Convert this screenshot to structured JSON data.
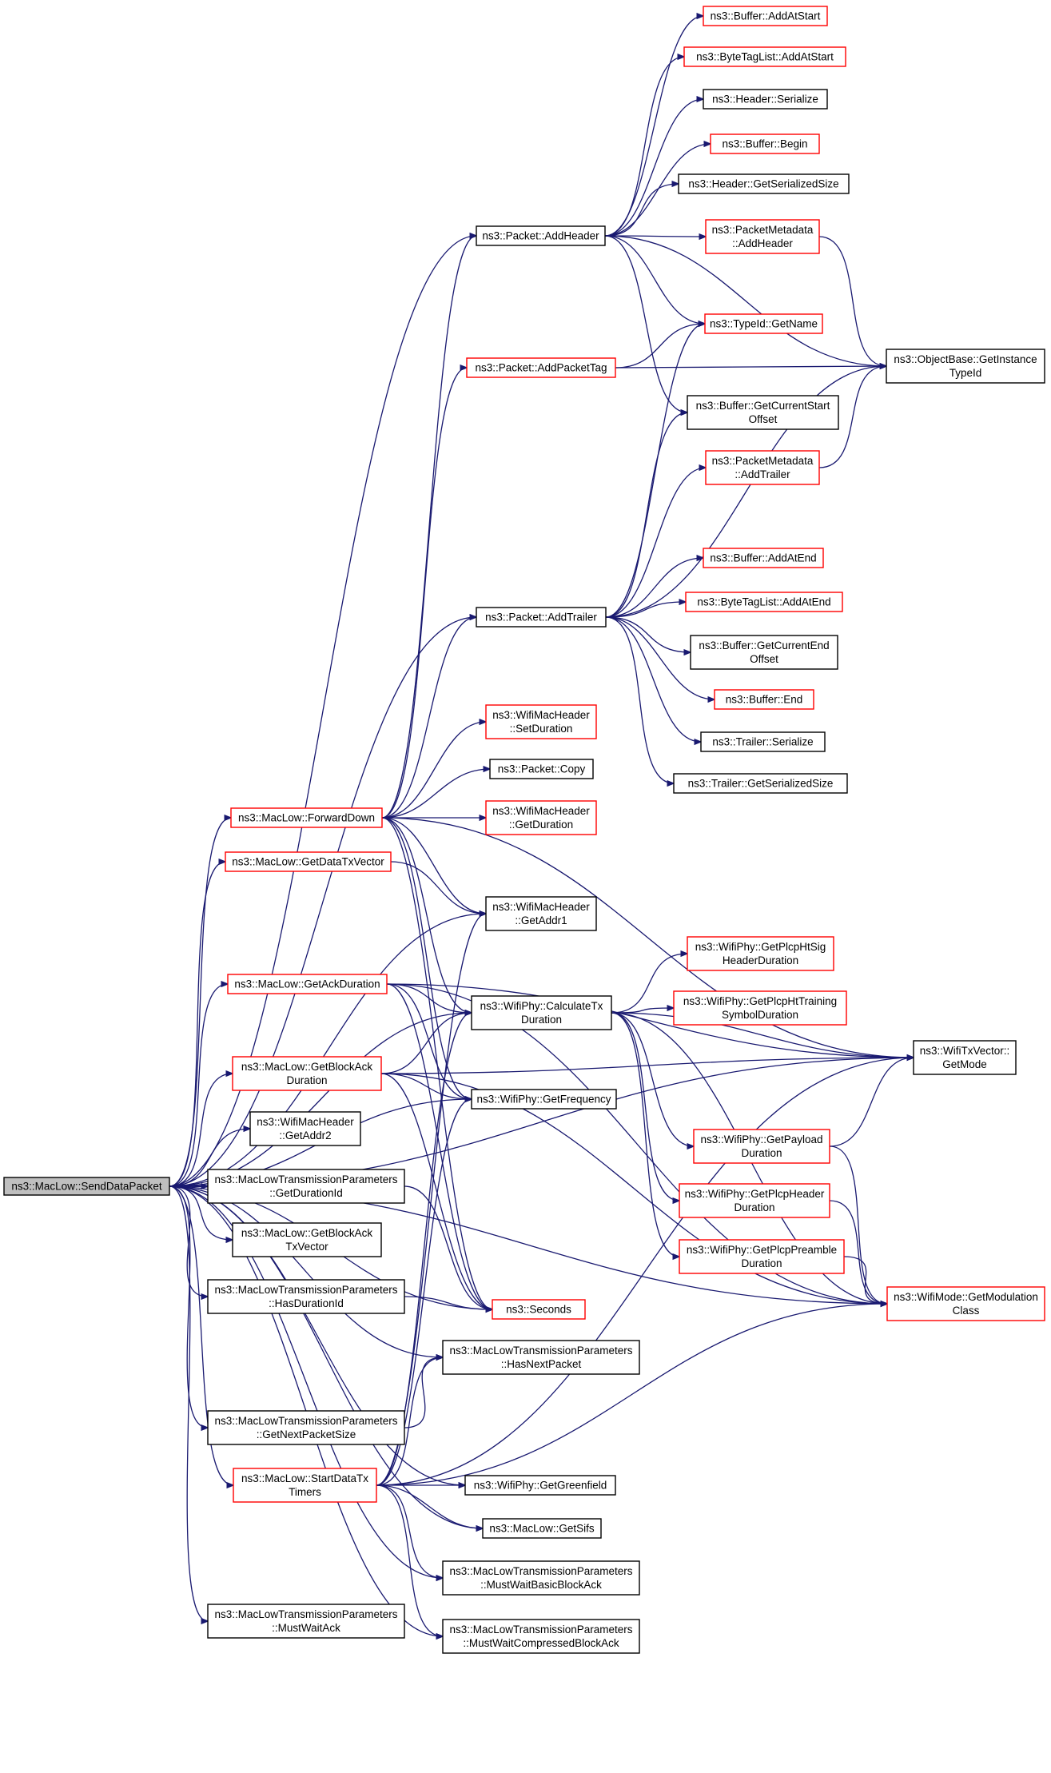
{
  "colors": {
    "edge": "#191970",
    "root_fill": "#bfbfbf",
    "node_fill": "#ffffff",
    "border_documented": "#000000",
    "border_undocumented": "#ff0000"
  },
  "nodes": [
    {
      "id": "root",
      "lines": [
        "ns3::MacLow::SendDataPacket"
      ],
      "style": "root"
    },
    {
      "id": "buf_addatstart",
      "lines": [
        "ns3::Buffer::AddAtStart"
      ],
      "style": "red"
    },
    {
      "id": "btl_addatstart",
      "lines": [
        "ns3::ByteTagList::AddAtStart"
      ],
      "style": "red"
    },
    {
      "id": "hdr_serialize",
      "lines": [
        "ns3::Header::Serialize"
      ],
      "style": "black"
    },
    {
      "id": "buf_begin",
      "lines": [
        "ns3::Buffer::Begin"
      ],
      "style": "red"
    },
    {
      "id": "hdr_getsize",
      "lines": [
        "ns3::Header::GetSerializedSize"
      ],
      "style": "black"
    },
    {
      "id": "pkt_addheader",
      "lines": [
        "ns3::Packet::AddHeader"
      ],
      "style": "black"
    },
    {
      "id": "pm_addheader",
      "lines": [
        "ns3::PacketMetadata",
        "::AddHeader"
      ],
      "style": "red"
    },
    {
      "id": "typeid_getname",
      "lines": [
        "ns3::TypeId::GetName"
      ],
      "style": "red"
    },
    {
      "id": "pkt_addpackettag",
      "lines": [
        "ns3::Packet::AddPacketTag"
      ],
      "style": "red"
    },
    {
      "id": "ob_getinstance",
      "lines": [
        "ns3::ObjectBase::GetInstance",
        "TypeId"
      ],
      "style": "black"
    },
    {
      "id": "buf_getcurstart",
      "lines": [
        "ns3::Buffer::GetCurrentStart",
        "Offset"
      ],
      "style": "black"
    },
    {
      "id": "pm_addtrailer",
      "lines": [
        "ns3::PacketMetadata",
        "::AddTrailer"
      ],
      "style": "red"
    },
    {
      "id": "buf_addatend",
      "lines": [
        "ns3::Buffer::AddAtEnd"
      ],
      "style": "red"
    },
    {
      "id": "pkt_addtrailer",
      "lines": [
        "ns3::Packet::AddTrailer"
      ],
      "style": "black"
    },
    {
      "id": "btl_addatend",
      "lines": [
        "ns3::ByteTagList::AddAtEnd"
      ],
      "style": "red"
    },
    {
      "id": "buf_getcurend",
      "lines": [
        "ns3::Buffer::GetCurrentEnd",
        "Offset"
      ],
      "style": "black"
    },
    {
      "id": "buf_end",
      "lines": [
        "ns3::Buffer::End"
      ],
      "style": "red"
    },
    {
      "id": "trl_serialize",
      "lines": [
        "ns3::Trailer::Serialize"
      ],
      "style": "black"
    },
    {
      "id": "trl_getsize",
      "lines": [
        "ns3::Trailer::GetSerializedSize"
      ],
      "style": "black"
    },
    {
      "id": "wmh_setduration",
      "lines": [
        "ns3::WifiMacHeader",
        "::SetDuration"
      ],
      "style": "red"
    },
    {
      "id": "pkt_copy",
      "lines": [
        "ns3::Packet::Copy"
      ],
      "style": "black"
    },
    {
      "id": "ml_forwarddown",
      "lines": [
        "ns3::MacLow::ForwardDown"
      ],
      "style": "red"
    },
    {
      "id": "wmh_getduration",
      "lines": [
        "ns3::WifiMacHeader",
        "::GetDuration"
      ],
      "style": "red"
    },
    {
      "id": "ml_getdatatxvector",
      "lines": [
        "ns3::MacLow::GetDataTxVector"
      ],
      "style": "red"
    },
    {
      "id": "wmh_getaddr1",
      "lines": [
        "ns3::WifiMacHeader",
        "::GetAddr1"
      ],
      "style": "black"
    },
    {
      "id": "wp_plcphtsig",
      "lines": [
        "ns3::WifiPhy::GetPlcpHtSig",
        "HeaderDuration"
      ],
      "style": "red"
    },
    {
      "id": "ml_getackduration",
      "lines": [
        "ns3::MacLow::GetAckDuration"
      ],
      "style": "red"
    },
    {
      "id": "wp_calctx",
      "lines": [
        "ns3::WifiPhy::CalculateTx",
        "Duration"
      ],
      "style": "black"
    },
    {
      "id": "wp_plcphttraining",
      "lines": [
        "ns3::WifiPhy::GetPlcpHtTraining",
        "SymbolDuration"
      ],
      "style": "red"
    },
    {
      "id": "wtv_getmode",
      "lines": [
        "ns3::WifiTxVector::",
        "GetMode"
      ],
      "style": "black"
    },
    {
      "id": "ml_getblockackduration",
      "lines": [
        "ns3::MacLow::GetBlockAck",
        "Duration"
      ],
      "style": "red"
    },
    {
      "id": "wp_getfrequency",
      "lines": [
        "ns3::WifiPhy::GetFrequency"
      ],
      "style": "black"
    },
    {
      "id": "wmh_getaddr2",
      "lines": [
        "ns3::WifiMacHeader",
        "::GetAddr2"
      ],
      "style": "black"
    },
    {
      "id": "wp_getpayload",
      "lines": [
        "ns3::WifiPhy::GetPayload",
        "Duration"
      ],
      "style": "red"
    },
    {
      "id": "mltp_getdurationid",
      "lines": [
        "ns3::MacLowTransmissionParameters",
        "::GetDurationId"
      ],
      "style": "black"
    },
    {
      "id": "wp_plcpheader",
      "lines": [
        "ns3::WifiPhy::GetPlcpHeader",
        "Duration"
      ],
      "style": "red"
    },
    {
      "id": "ml_getblockacktxvector",
      "lines": [
        "ns3::MacLow::GetBlockAck",
        "TxVector"
      ],
      "style": "black"
    },
    {
      "id": "wp_plcppreamble",
      "lines": [
        "ns3::WifiPhy::GetPlcpPreamble",
        "Duration"
      ],
      "style": "red"
    },
    {
      "id": "mltp_hasdurationid",
      "lines": [
        "ns3::MacLowTransmissionParameters",
        "::HasDurationId"
      ],
      "style": "black"
    },
    {
      "id": "seconds",
      "lines": [
        "ns3::Seconds"
      ],
      "style": "red"
    },
    {
      "id": "wm_getmodclass",
      "lines": [
        "ns3::WifiMode::GetModulation",
        "Class"
      ],
      "style": "red"
    },
    {
      "id": "mltp_hasnextpacket",
      "lines": [
        "ns3::MacLowTransmissionParameters",
        "::HasNextPacket"
      ],
      "style": "black"
    },
    {
      "id": "mltp_getnextpacketsize",
      "lines": [
        "ns3::MacLowTransmissionParameters",
        "::GetNextPacketSize"
      ],
      "style": "black"
    },
    {
      "id": "ml_startdatatxtimers",
      "lines": [
        "ns3::MacLow::StartDataTx",
        "Timers"
      ],
      "style": "red"
    },
    {
      "id": "wp_getgreenfield",
      "lines": [
        "ns3::WifiPhy::GetGreenfield"
      ],
      "style": "black"
    },
    {
      "id": "ml_getsifs",
      "lines": [
        "ns3::MacLow::GetSifs"
      ],
      "style": "black"
    },
    {
      "id": "mltp_mustwaitbasic",
      "lines": [
        "ns3::MacLowTransmissionParameters",
        "::MustWaitBasicBlockAck"
      ],
      "style": "black"
    },
    {
      "id": "mltp_mustwaitack",
      "lines": [
        "ns3::MacLowTransmissionParameters",
        "::MustWaitAck"
      ],
      "style": "black"
    },
    {
      "id": "mltp_mustwaitcompressed",
      "lines": [
        "ns3::MacLowTransmissionParameters",
        "::MustWaitCompressedBlockAck"
      ],
      "style": "black"
    }
  ],
  "edges": [
    [
      "pkt_addheader",
      "buf_addatstart"
    ],
    [
      "pkt_addheader",
      "btl_addatstart"
    ],
    [
      "pkt_addheader",
      "hdr_serialize"
    ],
    [
      "pkt_addheader",
      "buf_begin"
    ],
    [
      "pkt_addheader",
      "hdr_getsize"
    ],
    [
      "pkt_addheader",
      "pm_addheader"
    ],
    [
      "pkt_addheader",
      "typeid_getname"
    ],
    [
      "pkt_addheader",
      "ob_getinstance"
    ],
    [
      "pkt_addheader",
      "buf_getcurstart"
    ],
    [
      "pm_addheader",
      "ob_getinstance"
    ],
    [
      "pkt_addpackettag",
      "typeid_getname"
    ],
    [
      "pkt_addpackettag",
      "ob_getinstance"
    ],
    [
      "pm_addtrailer",
      "ob_getinstance"
    ],
    [
      "pkt_addtrailer",
      "typeid_getname"
    ],
    [
      "pkt_addtrailer",
      "ob_getinstance"
    ],
    [
      "pkt_addtrailer",
      "buf_getcurstart"
    ],
    [
      "pkt_addtrailer",
      "pm_addtrailer"
    ],
    [
      "pkt_addtrailer",
      "buf_addatend"
    ],
    [
      "pkt_addtrailer",
      "btl_addatend"
    ],
    [
      "pkt_addtrailer",
      "buf_getcurend"
    ],
    [
      "pkt_addtrailer",
      "buf_end"
    ],
    [
      "pkt_addtrailer",
      "trl_serialize"
    ],
    [
      "pkt_addtrailer",
      "trl_getsize"
    ],
    [
      "ml_forwarddown",
      "pkt_addheader"
    ],
    [
      "ml_forwarddown",
      "pkt_addpackettag"
    ],
    [
      "ml_forwarddown",
      "pkt_addtrailer"
    ],
    [
      "ml_forwarddown",
      "wmh_setduration"
    ],
    [
      "ml_forwarddown",
      "pkt_copy"
    ],
    [
      "ml_forwarddown",
      "wmh_getduration"
    ],
    [
      "ml_forwarddown",
      "wmh_getaddr1"
    ],
    [
      "ml_forwarddown",
      "wtv_getmode"
    ],
    [
      "ml_forwarddown",
      "wp_calctx"
    ],
    [
      "ml_forwarddown",
      "wp_getfrequency"
    ],
    [
      "ml_forwarddown",
      "seconds"
    ],
    [
      "ml_getdatatxvector",
      "wmh_getaddr1"
    ],
    [
      "ml_getackduration",
      "wtv_getmode"
    ],
    [
      "ml_getackduration",
      "wp_calctx"
    ],
    [
      "ml_getackduration",
      "wp_getfrequency"
    ],
    [
      "ml_getackduration",
      "wm_getmodclass"
    ],
    [
      "ml_getackduration",
      "seconds"
    ],
    [
      "wp_calctx",
      "wp_plcphtsig"
    ],
    [
      "wp_calctx",
      "wp_plcphttraining"
    ],
    [
      "wp_calctx",
      "wtv_getmode"
    ],
    [
      "wp_calctx",
      "wp_getpayload"
    ],
    [
      "wp_calctx",
      "wp_plcpheader"
    ],
    [
      "wp_calctx",
      "wp_plcppreamble"
    ],
    [
      "wp_calctx",
      "wm_getmodclass"
    ],
    [
      "ml_getblockackduration",
      "wp_calctx"
    ],
    [
      "ml_getblockackduration",
      "wp_getfrequency"
    ],
    [
      "ml_getblockackduration",
      "wtv_getmode"
    ],
    [
      "ml_getblockackduration",
      "wm_getmodclass"
    ],
    [
      "ml_getblockackduration",
      "seconds"
    ],
    [
      "wp_getpayload",
      "wtv_getmode"
    ],
    [
      "wp_getpayload",
      "wm_getmodclass"
    ],
    [
      "wp_plcpheader",
      "wm_getmodclass"
    ],
    [
      "wp_plcppreamble",
      "wm_getmodclass"
    ],
    [
      "mltp_getdurationid",
      "seconds"
    ],
    [
      "mltp_hasdurationid",
      "seconds"
    ],
    [
      "mltp_getnextpacketsize",
      "mltp_hasnextpacket"
    ],
    [
      "ml_startdatatxtimers",
      "wp_getgreenfield"
    ],
    [
      "ml_startdatatxtimers",
      "ml_getsifs"
    ],
    [
      "ml_startdatatxtimers",
      "mltp_mustwaitbasic"
    ],
    [
      "ml_startdatatxtimers",
      "mltp_mustwaitcompressed"
    ],
    [
      "ml_startdatatxtimers",
      "wp_getfrequency"
    ],
    [
      "ml_startdatatxtimers",
      "wmh_getaddr1"
    ],
    [
      "ml_startdatatxtimers",
      "wp_calctx"
    ],
    [
      "ml_startdatatxtimers",
      "wtv_getmode"
    ],
    [
      "ml_startdatatxtimers",
      "wm_getmodclass"
    ],
    [
      "ml_startdatatxtimers",
      "mltp_hasnextpacket"
    ],
    [
      "root",
      "pkt_addheader"
    ],
    [
      "root",
      "pkt_addtrailer"
    ],
    [
      "root",
      "ml_forwarddown"
    ],
    [
      "root",
      "ml_getdatatxvector"
    ],
    [
      "root",
      "ml_getackduration"
    ],
    [
      "root",
      "ml_getblockackduration"
    ],
    [
      "root",
      "wmh_getaddr2"
    ],
    [
      "root",
      "mltp_getdurationid"
    ],
    [
      "root",
      "ml_getblockacktxvector"
    ],
    [
      "root",
      "mltp_hasdurationid"
    ],
    [
      "root",
      "mltp_getnextpacketsize"
    ],
    [
      "root",
      "ml_startdatatxtimers"
    ],
    [
      "root",
      "mltp_mustwaitack"
    ],
    [
      "root",
      "mltp_hasnextpacket"
    ],
    [
      "root",
      "wmh_getaddr1"
    ],
    [
      "root",
      "wp_calctx"
    ],
    [
      "root",
      "wp_getfrequency"
    ],
    [
      "root",
      "wtv_getmode"
    ],
    [
      "root",
      "seconds"
    ],
    [
      "root",
      "wp_getgreenfield"
    ],
    [
      "root",
      "ml_getsifs"
    ],
    [
      "root",
      "mltp_mustwaitbasic"
    ],
    [
      "root",
      "mltp_mustwaitcompressed"
    ],
    [
      "root",
      "wm_getmodclass"
    ]
  ]
}
